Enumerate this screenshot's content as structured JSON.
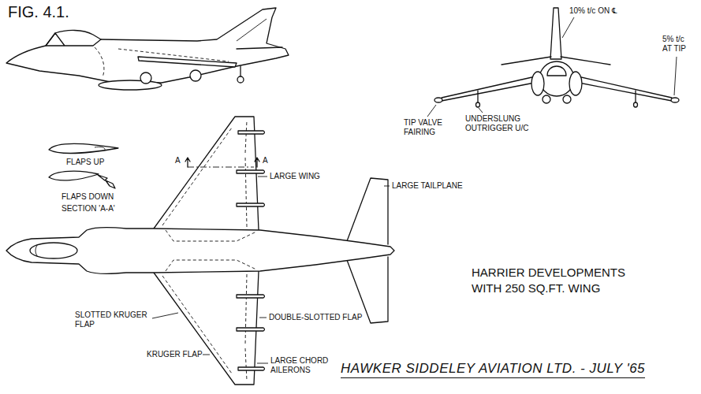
{
  "diagram": {
    "title": "HARRIER DEVELOPMENTS WITH 250 SQ.FT. WING",
    "caption": "HAWKER SIDDELEY AVIATION LTD. - JULY '65",
    "labels": [
      "FIG. 4.1.",
      "10% t/c ON ℄",
      "5% t/c AT TIP",
      "TIP VALVE FAIRING",
      "UNDERSLUNG OUTRIGGER U/C",
      "FLAPS UP",
      "FLAPS DOWN",
      "SECTION 'A-A'",
      "A",
      "A",
      "LARGE WING",
      "LARGE TAILPLANE",
      "SLOTTED KRUGER FLAP",
      "DOUBLE-SLOTTED FLAP",
      "KRUGER FLAP",
      "LARGE CHORD AILERONS"
    ]
  }
}
